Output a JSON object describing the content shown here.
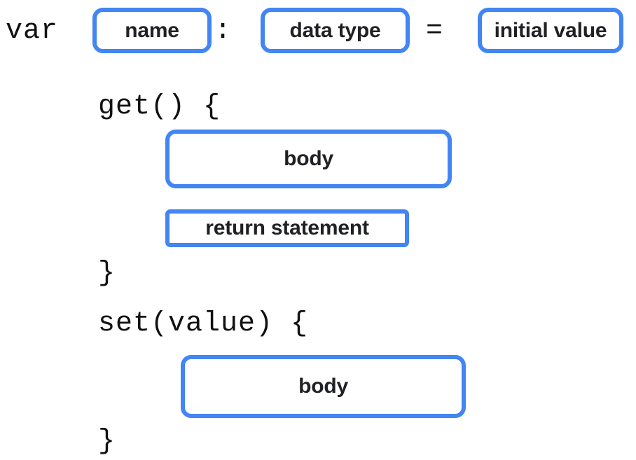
{
  "diagram": {
    "title": "property-declaration-syntax-diagram",
    "declaration": {
      "keyword": "var",
      "colon": ":",
      "equals": "=",
      "name_slot": "name",
      "data_type_slot": "data type",
      "initial_value_slot": "initial value"
    },
    "getter": {
      "open": "get() {",
      "body_slot": "body",
      "return_slot": "return statement",
      "close": "}"
    },
    "setter": {
      "open": "set(value) {",
      "body_slot": "body",
      "close": "}"
    },
    "colors": {
      "accent_border": "#4285F4",
      "text": "#111111",
      "label_text": "#202124",
      "background": "#ffffff"
    }
  }
}
